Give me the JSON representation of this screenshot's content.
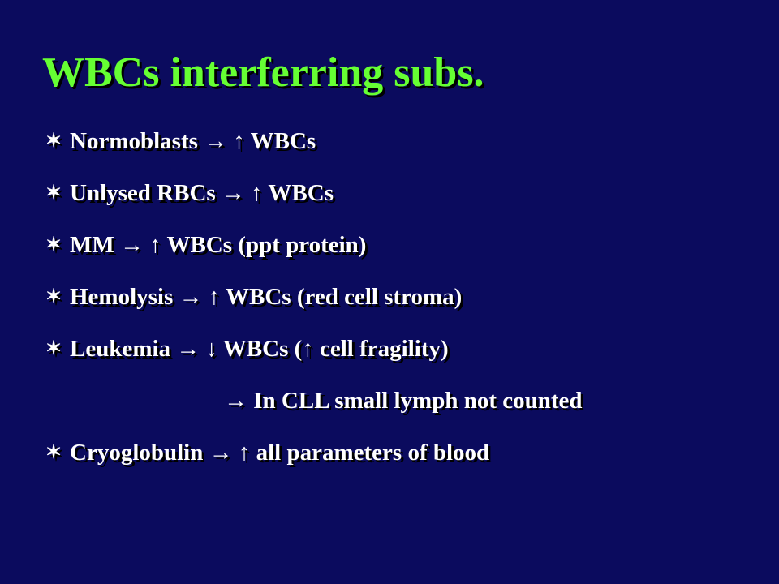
{
  "colors": {
    "background": "#0b0b5e",
    "title": "#66ff33",
    "text": "#ffffff"
  },
  "title": "WBCs interferring subs.",
  "bullet_icon": "star-bullet-icon",
  "bullet_glyph": "✶",
  "items": [
    "Normoblasts → ↑ WBCs",
    "Unlysed RBCs → ↑ WBCs",
    "MM → ↑ WBCs (ppt protein)",
    "Hemolysis → ↑ WBCs (red cell stroma)",
    "Leukemia → ↓ WBCs (↑ cell fragility)"
  ],
  "sub_item": "→ In CLL small lymph not counted",
  "last_item": "Cryoglobulin → ↑ all parameters of blood"
}
